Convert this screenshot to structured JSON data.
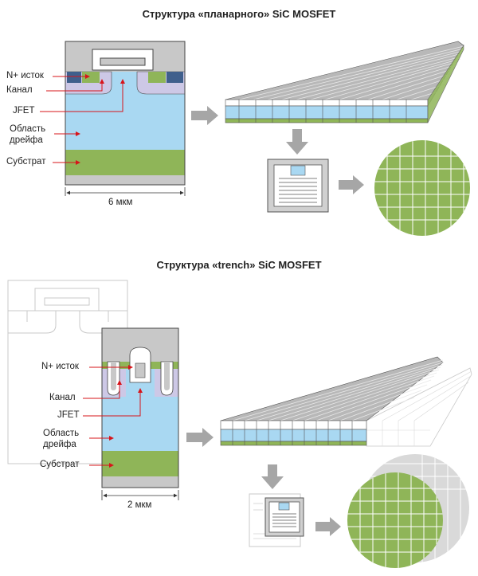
{
  "planar": {
    "title": "Структура «планарного» SiC MOSFET",
    "labels": {
      "source": "N+ исток",
      "channel": "Канал",
      "jfet": "JFET",
      "drift_line1": "Область",
      "drift_line2": "дрейфа",
      "substrate": "Субстрат"
    },
    "dimension": "6 мкм"
  },
  "trench": {
    "title": "Структура «trench» SiC MOSFET",
    "labels": {
      "source": "N+ исток",
      "channel": "Канал",
      "jfet": "JFET",
      "drift_line1": "Область",
      "drift_line2": "дрейфа",
      "substrate": "Субстрат"
    },
    "dimension": "2 мкм"
  },
  "colors": {
    "metal": "#c8c8c8",
    "drift": "#a9d8f2",
    "substrate": "#8fb558",
    "n_plus": "#3f5f8c",
    "channel": "#cdc8e6",
    "arrow": "#d7141a",
    "flow_arrow": "#a6a6a6",
    "wafer_grid": "#8fb558"
  }
}
